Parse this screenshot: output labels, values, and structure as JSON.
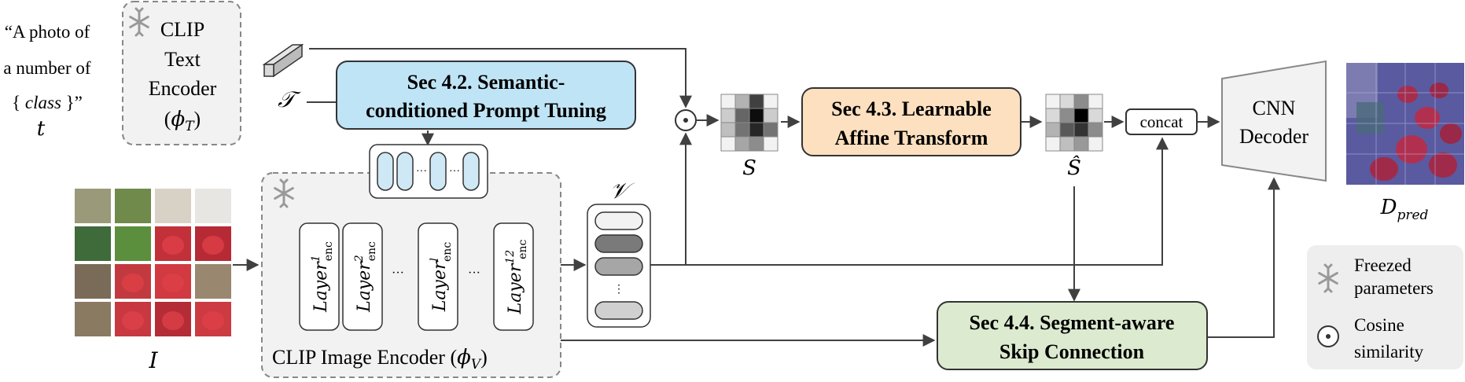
{
  "prompt_text": {
    "line1": "“A photo of",
    "line2": "a number of",
    "line3_pre": "{ ",
    "line3_class": "class",
    "line3_post": " }”",
    "symbol": "t"
  },
  "text_encoder": {
    "line1": "CLIP",
    "line2": "Text",
    "line3": "Encoder",
    "symbol_open": "(",
    "symbol_main": "ϕ",
    "symbol_sub": "T",
    "symbol_close": ")"
  },
  "text_embedding_symbol": "𝒯",
  "prompt_tuning": {
    "line1": "Sec 4.2. Semantic-",
    "line2": "conditioned Prompt Tuning"
  },
  "image_symbol": "I",
  "image_encoder": {
    "label_pre": "CLIP  Image Encoder (",
    "label_main": "ϕ",
    "label_sub": "V",
    "label_post": ")",
    "layers": [
      {
        "base": "Layer",
        "sup": "1",
        "sub": "enc"
      },
      {
        "base": "Layer",
        "sup": "2",
        "sub": "enc"
      },
      {
        "base": "Layer",
        "sup": "l",
        "sub": "enc"
      },
      {
        "base": "Layer",
        "sup": "12",
        "sub": "enc"
      }
    ],
    "ellipsis": "···"
  },
  "visual_symbol": "𝒱",
  "score_symbol": "S",
  "score_hat_symbol": "Ŝ",
  "affine": {
    "line1": "Sec 4.3. Learnable",
    "line2": "Affine Transform"
  },
  "concat_label": "concat",
  "decoder": {
    "line1": "CNN",
    "line2": "Decoder"
  },
  "output_symbol": "D",
  "output_sub": "pred",
  "skip": {
    "line1": "Sec 4.4. Segment-aware",
    "line2": "Skip Connection"
  },
  "legend": {
    "frozen_line1": "Freezed",
    "frozen_line2": "parameters",
    "cosine_line1": "Cosine",
    "cosine_line2": "similarity",
    "snowflake_icon": "snowflake",
    "cosine_icon": "odot"
  },
  "colors": {
    "prompt_tuning_fill": "#bfe4f5",
    "affine_fill": "#fde0bf",
    "skip_fill": "#dceacf",
    "legend_fill": "#eeeeee",
    "encoder_fill": "#f2f2f2",
    "decoder_fill": "#f2f2f2",
    "arrow": "#404040"
  },
  "score_map": [
    [
      0.05,
      0.3,
      0.75,
      0.05
    ],
    [
      0.2,
      0.6,
      0.95,
      0.2
    ],
    [
      0.25,
      0.55,
      0.85,
      0.55
    ],
    [
      0.05,
      0.35,
      0.45,
      0.05
    ]
  ],
  "score_hat_map": [
    [
      0.05,
      0.15,
      0.45,
      0.05
    ],
    [
      0.15,
      0.45,
      1.0,
      0.15
    ],
    [
      0.3,
      0.65,
      0.8,
      0.45
    ],
    [
      0.05,
      0.25,
      0.4,
      0.05
    ]
  ]
}
